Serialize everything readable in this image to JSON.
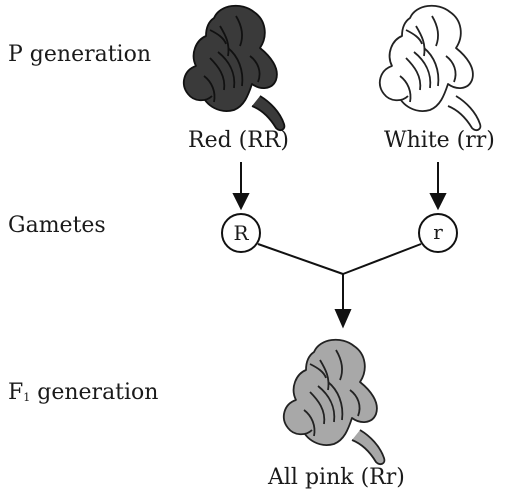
{
  "rows": {
    "p_generation": "P generation",
    "gametes": "Gametes",
    "f1_prefix": "F",
    "f1_sub": "1",
    "f1_suffix": " generation"
  },
  "parents": {
    "red": {
      "label": "Red (RR)",
      "color": "#3a3a3a"
    },
    "white": {
      "label": "White (rr)",
      "color": "#ffffff"
    }
  },
  "gametes": {
    "red": "R",
    "white": "r"
  },
  "offspring": {
    "label": "All pink (Rr)",
    "color": "#a8a8a8"
  },
  "icons": {
    "flower": "snapdragon-flower-icon"
  }
}
